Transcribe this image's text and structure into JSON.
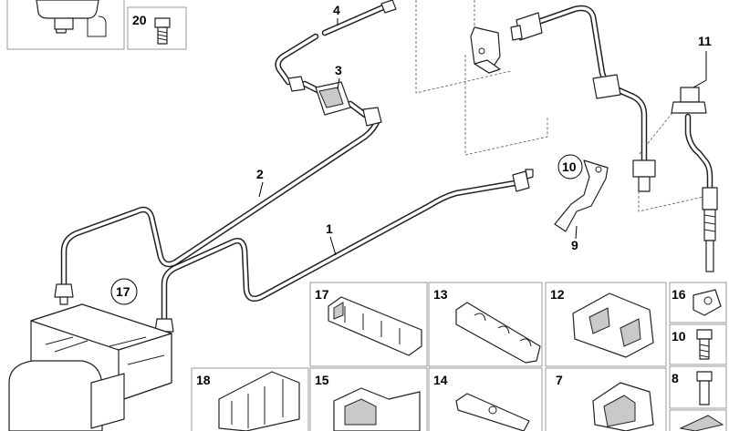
{
  "callouts": {
    "c1": "1",
    "c2": "2",
    "c3": "3",
    "c4": "4",
    "c9": "9",
    "c10_top": "10",
    "c11": "11",
    "c17_main": "17"
  },
  "grid": {
    "b20": "20",
    "b17": "17",
    "b13": "13",
    "b12": "12",
    "b16": "16",
    "b10": "10",
    "b18": "18",
    "b15": "15",
    "b14": "14",
    "b7": "7",
    "b8": "8"
  },
  "colors": {
    "line": "#222222",
    "box_border": "#999999",
    "shade": "#c9c9c9"
  }
}
